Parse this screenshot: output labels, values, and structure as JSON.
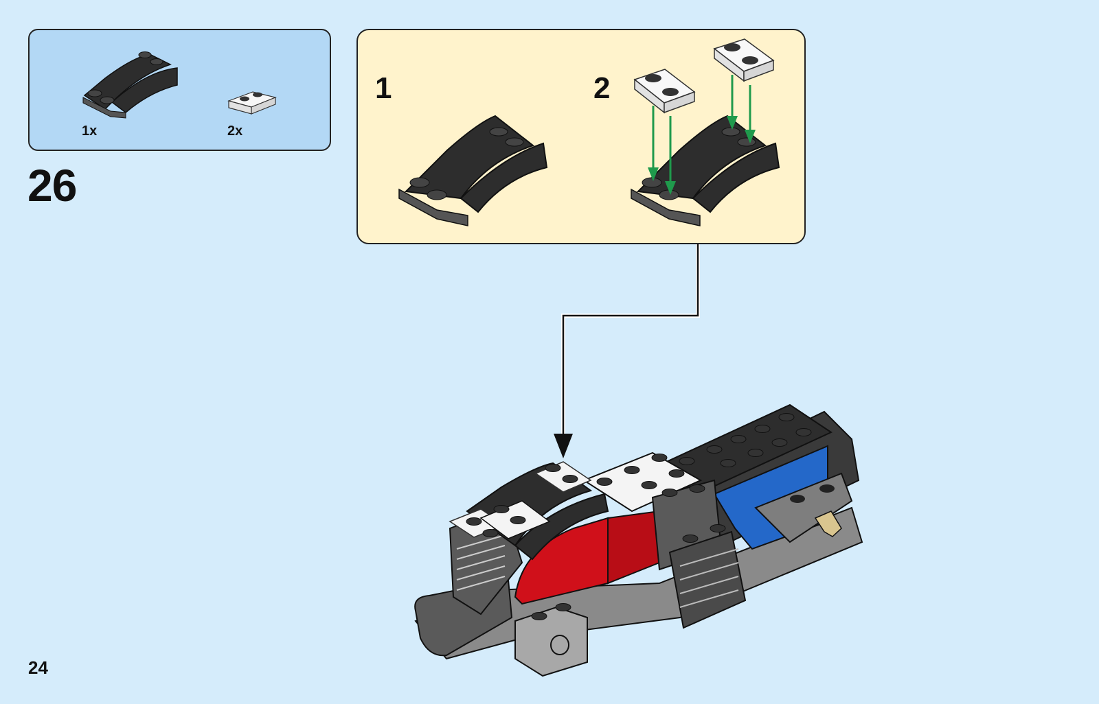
{
  "step": {
    "number": "26"
  },
  "parts": [
    {
      "name": "black-curved-wedge-plate",
      "quantity": "1x"
    },
    {
      "name": "trans-clear-plate-1x2",
      "quantity": "2x"
    }
  ],
  "substeps": [
    {
      "number": "1"
    },
    {
      "number": "2"
    }
  ],
  "page": {
    "number": "24"
  },
  "colors": {
    "background": "#d5ecfb",
    "parts_box": "#b3d8f5",
    "substep_box": "#fff3cc",
    "arrow_green": "#1f9a4c",
    "brick_black": "#2d2d2d",
    "brick_red": "#d0101a",
    "brick_blue": "#2468c9",
    "brick_gray": "#8a8a8a",
    "brick_tan": "#d9c58f"
  }
}
